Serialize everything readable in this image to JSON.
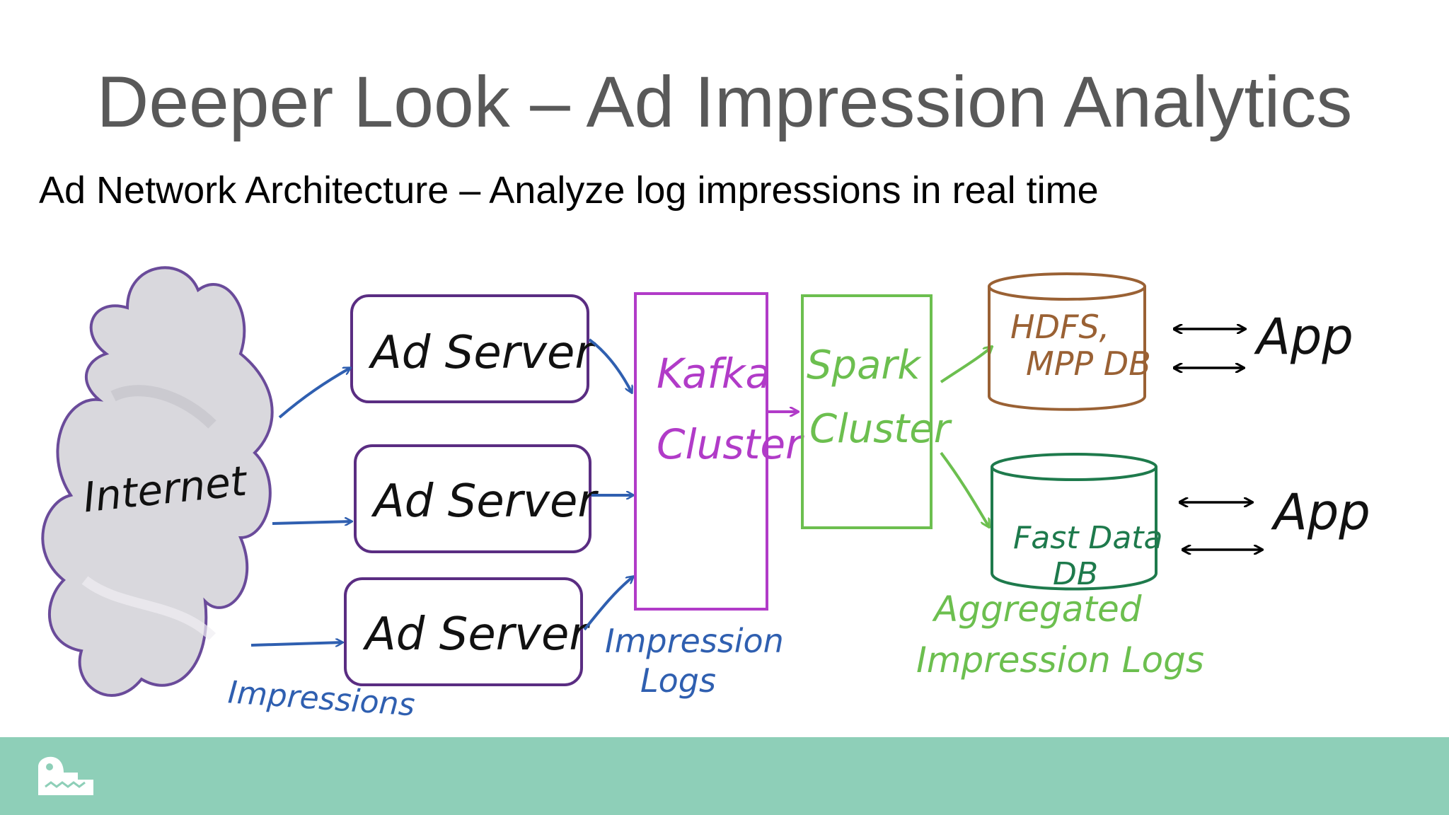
{
  "slide": {
    "title": "Deeper Look – Ad Impression Analytics",
    "subtitle": "Ad Network Architecture – Analyze log impressions in real time"
  },
  "diagram": {
    "internet": "Internet",
    "ad_servers": [
      "Ad Server",
      "Ad Server",
      "Ad Server"
    ],
    "impressions_label": "Impressions",
    "kafka_line1": "Kafka",
    "kafka_line2": "Cluster",
    "impression_logs_line1": "Impression",
    "impression_logs_line2": "Logs",
    "spark_line1": "Spark",
    "spark_line2": "Cluster",
    "hdfs_line1": "HDFS,",
    "hdfs_line2": "MPP DB",
    "fastdata_line1": "Fast Data",
    "fastdata_line2": "DB",
    "aggregated_line1": "Aggregated",
    "aggregated_line2": "Impression Logs",
    "app_top": "App",
    "app_bottom": "App"
  },
  "colors": {
    "ad_server": "#5a2d82",
    "kafka": "#b13bc8",
    "spark": "#6cbf4f",
    "hdfs": "#9a6134",
    "fastdata": "#1e7a4c",
    "flow_arrows": "#2f5fb0",
    "footer": "#8ecfb8",
    "cloud_fill": "#d9d8dd"
  },
  "footer": {
    "logo_icon": "crocodile-logo-icon"
  }
}
